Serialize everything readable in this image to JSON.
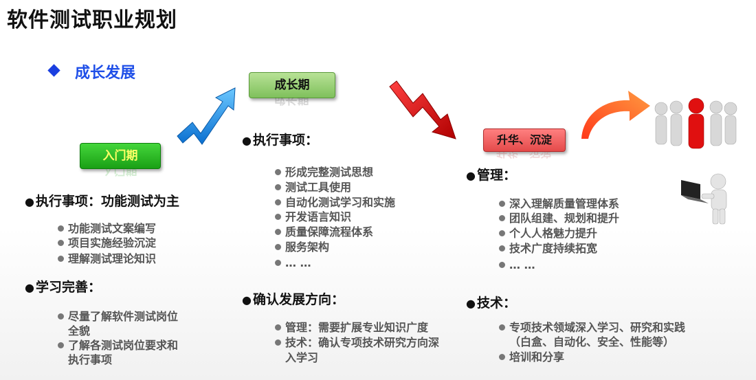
{
  "title": "软件测试职业规划",
  "subtitle": "成长发展",
  "stages": {
    "entry": "入门期",
    "growth": "成长期",
    "promote": "升华、沉淀"
  },
  "col1": {
    "head1": "执行事项：功能测试为主",
    "items1": [
      "功能测试文案编写",
      "项目实施经验沉淀",
      "理解测试理论知识"
    ],
    "head2": "学习完善：",
    "items2": [
      "尽量了解软件测试岗位",
      "全貌",
      "了解各测试岗位要求和",
      "执行事项"
    ]
  },
  "col2": {
    "head1": "执行事项：",
    "items1": [
      "形成完整测试思想",
      "测试工具使用",
      "自动化测试学习和实施",
      "开发语言知识",
      "质量保障流程体系",
      "服务架构",
      "… …"
    ],
    "head2": "确认发展方向：",
    "items2": [
      "管理：需要扩展专业知识广度",
      "技术：确认专项技术研究方向深",
      "入学习"
    ]
  },
  "col3": {
    "head1": "管理：",
    "items1": [
      "深入理解质量管理体系",
      "团队组建、规划和提升",
      "个人人格魅力提升",
      "技术广度持续拓宽",
      "… …"
    ],
    "head2": "技术：",
    "items2": [
      "专项技术领域深入学习、研究和实践",
      "（白盒、自动化、安全、性能等）",
      "培训和分享"
    ]
  },
  "colors": {
    "accent": "#1f4fe8",
    "entry": "#1aa015",
    "growth": "#8fcc6c",
    "promote": "#e44a4a"
  },
  "icons": [
    "diamond-bullet-icon",
    "up-arrow-icon",
    "down-arrow-icon",
    "curved-arrow-icon",
    "leader-figures-icon",
    "laptop-figure-icon"
  ]
}
